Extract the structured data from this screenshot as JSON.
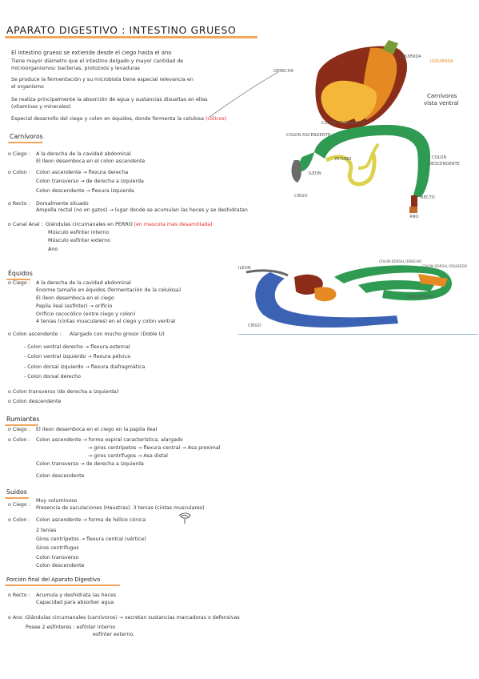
{
  "title": "APARATO DIGESTIVO : INTESTINO GRUESO",
  "intro": [
    "El intestino grueso se extiende desde el ciego hasta el ano",
    "Tiene mayor diámetro que el intestino delgado y mayor cantidad de",
    "microorganismos: bacterias, protozoos y levaduras",
    "Se produce la fermentación y su microbiota tiene especial relevancia en",
    "el organismo",
    "Se realiza principalmente la absorción de agua y sustancias disueltas en ellas",
    "(vitaminas y minerales)",
    "Especial desarrollo del ciego y colon en équidos, donde fermenta la celulosa"
  ],
  "intro_red": "(cólicos)",
  "diagram1": {
    "labels": {
      "derecha": "DERECHA",
      "izquierda": "IZQUIERDA",
      "izquierda_top": "IZQUIERDA",
      "carnivoros": "Carnívoros",
      "vista_ventral": "vista ventral",
      "colon_transverso": "COLON TRANSVERSO",
      "colon_descendente_1": "COLON",
      "colon_descendente_2": "DESCENDENTE",
      "colon_ascendente": "COLON ASCENDENTE",
      "ileon": "ILEON",
      "yeyuno": "YEYUNO",
      "ciego": "CIEGO",
      "recto": "RECTO",
      "ano": "ANO"
    }
  },
  "carnivoros": {
    "heading": "Carnívoros",
    "ciego_head": "o Ciego :",
    "ciego": [
      "A la derecha de la cavidad abdominal",
      "El íleon desemboca en el colon ascendente"
    ],
    "colon_head": "o Colon :",
    "colon": [
      "Colon ascendente → flexura derecha",
      "Colon transverso → de derecha a izquierda",
      "Colon descendente → flexura izquierda"
    ],
    "recto_head": "o Recto :",
    "recto": [
      "Dorsalmente situado",
      "Ampolla rectal (no en gatos) → lugar donde se acumulan las heces y se deshidratan"
    ],
    "canal_head": "o Canal Anal :",
    "canal": [
      "Glándulas circumanales en PERRO",
      "Músculo esfínter interno",
      "Músculo esfínter externo",
      "Ano"
    ],
    "canal_red": "(en mascota más desarrollada)"
  },
  "diagram2": {
    "labels": {
      "ileon": "ILEON",
      "ciego": "CIEGO",
      "top1": "COLON DORSAL DERECHO",
      "top2": "COLON DORSAL IZQUIERDO",
      "top3": "COLON VENTRAL"
    }
  },
  "equidos": {
    "heading": "Équidos",
    "ciego_head": "o Ciego :",
    "ciego": [
      "A la derecha de la cavidad abdominal",
      "Enorme tamaño en équidos (fermentación de la celulosa)",
      "El íleon desemboca en el ciego",
      "Papila ileal (esfínter) → orificio",
      "Orificio cecocólico (entre ciego y colon)",
      "4 tenias (cintas musculares) en el ciego y colon ventral"
    ],
    "colon_head": "o Colon ascendente :",
    "colon_head_text": "Alargado con mucho grosor (Doble U)",
    "colon": [
      "- Colon ventral derecho → flexura esternal",
      "- Colon ventral izquierdo → flexura pélvica",
      "- Colon dorsal izquierdo → flexura diafragmática",
      "- Colon dorsal derecho"
    ],
    "transverso": "o Colon transverso (de derecha a izquierda)",
    "descendente": "o Colon descendente"
  },
  "rumiantes": {
    "heading": "Rumiantes",
    "ciego_head": "o Ciego :",
    "ciego": "El íleon desemboca en el ciego en la papila ileal",
    "colon_head": "o Colon :",
    "colon": [
      "Colon ascendente → forma espiral característica, alargado",
      "→ giros centrípetos → flexura central → Asa proximal",
      "→ giros centrífugos → Asa distal",
      "Colon transverso → de derecha a izquierda",
      "Colon descendente"
    ]
  },
  "suidos": {
    "heading": "Suidos",
    "ciego_head": "o Ciego :",
    "ciego": [
      "Muy voluminoso",
      "Presencia de saculaciones (Haustras). 3 tenias (cintas musculares)"
    ],
    "colon_head": "o Colon :",
    "colon": [
      "Colon ascendente → forma de hélice cónica",
      "2 tenias",
      "Giros centrípetos → flexura central (vértice)",
      "Giros centrífugos",
      "Colon transverso",
      "Colon descendente"
    ]
  },
  "porcion": {
    "heading": "Porción final del Aparato Digestivo",
    "recto_head": "o Recto :",
    "recto": [
      "Acumula y deshidrata las heces",
      "Capacidad para absorber agua"
    ],
    "ano_head": "o Ano :",
    "ano": [
      "Glándulas circumanales (carnívoros) → secretan sustancias marcadoras o defensivas",
      "Posee 2 esfínteres : esfínter interno",
      "esfínter externo."
    ]
  },
  "colors": {
    "accent_underline": "#f3a35a",
    "red_note": "#e0302a",
    "stomach_dark": "#8b2d18",
    "stomach_orange": "#e58a22",
    "stomach_yellow": "#f4b73a",
    "colon_green": "#2f9a52",
    "ileon_yellow": "#dcd24e",
    "ciego_blue": "#3c62b4"
  }
}
